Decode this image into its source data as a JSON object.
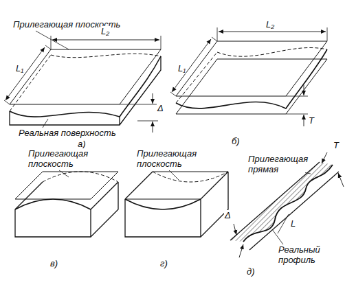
{
  "diagram": {
    "labels": [
      "Прилегающая плоскость",
      "L₂",
      "L₁",
      "Δ",
      "Реальная поверхность",
      "а)",
      "L₂",
      "L₁",
      "T",
      "б)",
      "Прилегающая плоскость",
      "Прилегающая плоскость",
      "Прилегающая прямая",
      "T",
      "Δ",
      "L",
      "Реальный профиль",
      "в)",
      "г)",
      "д)"
    ]
  }
}
